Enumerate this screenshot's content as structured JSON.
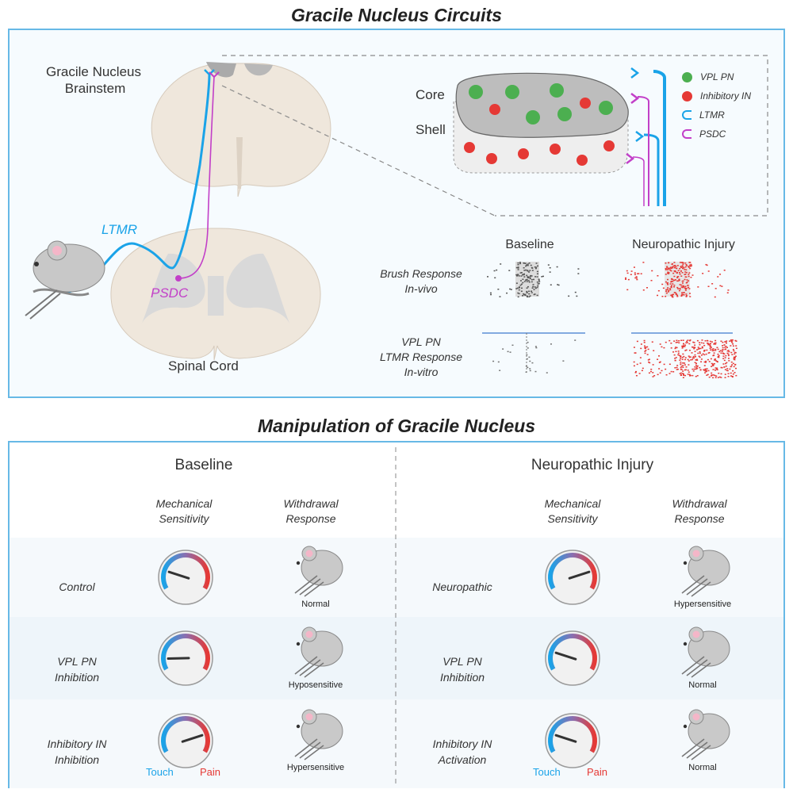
{
  "top": {
    "title": "Gracile Nucleus Circuits",
    "gracile_label_line1": "Gracile Nucleus",
    "gracile_label_line2": "Brainstem",
    "spinal_label": "Spinal Cord",
    "ltmr_label": "LTMR",
    "psdc_label": "PSDC",
    "core_label": "Core",
    "shell_label": "Shell",
    "legend": [
      {
        "label": "VPL PN",
        "color": "#4caf50"
      },
      {
        "label": "Inhibitory IN",
        "color": "#e53935"
      },
      {
        "label": "LTMR",
        "color": "#1aa3e8"
      },
      {
        "label": "PSDC",
        "color": "#c23fc8"
      }
    ],
    "raster": {
      "col_baseline": "Baseline",
      "col_injury": "Neuropathic Injury",
      "row1_line1": "Brush Response",
      "row1_line2": "In-vivo",
      "row2_line1": "VPL PN",
      "row2_line2": "LTMR Response",
      "row2_line3": "In-vitro"
    }
  },
  "bottom": {
    "title": "Manipulation of Gracile Nucleus",
    "left_heading": "Baseline",
    "right_heading": "Neuropathic Injury",
    "col_mech_line1": "Mechanical",
    "col_mech_line2": "Sensitivity",
    "col_with_line1": "Withdrawal",
    "col_with_line2": "Response",
    "touch_label": "Touch",
    "pain_label": "Pain",
    "left_rows": [
      {
        "l1": "Control",
        "l2": "",
        "needle": 0.2,
        "response": "Normal"
      },
      {
        "l1": "VPL PN",
        "l2": "Inhibition",
        "needle": 0.12,
        "response": "Hyposensitive"
      },
      {
        "l1": "Inhibitory IN",
        "l2": "Inhibition",
        "needle": 0.8,
        "response": "Hypersensitive"
      }
    ],
    "right_rows": [
      {
        "l1": "Neuropathic",
        "l2": "",
        "needle": 0.8,
        "response": "Hypersensitive"
      },
      {
        "l1": "VPL PN",
        "l2": "Inhibition",
        "needle": 0.2,
        "response": "Normal"
      },
      {
        "l1": "Inhibitory IN",
        "l2": "Activation",
        "needle": 0.2,
        "response": "Normal"
      }
    ]
  },
  "colors": {
    "accent": "#67b9e6",
    "ltmr": "#1aa3e8",
    "psdc": "#c23fc8",
    "touch": "#1aa3e8",
    "pain": "#e53935"
  }
}
